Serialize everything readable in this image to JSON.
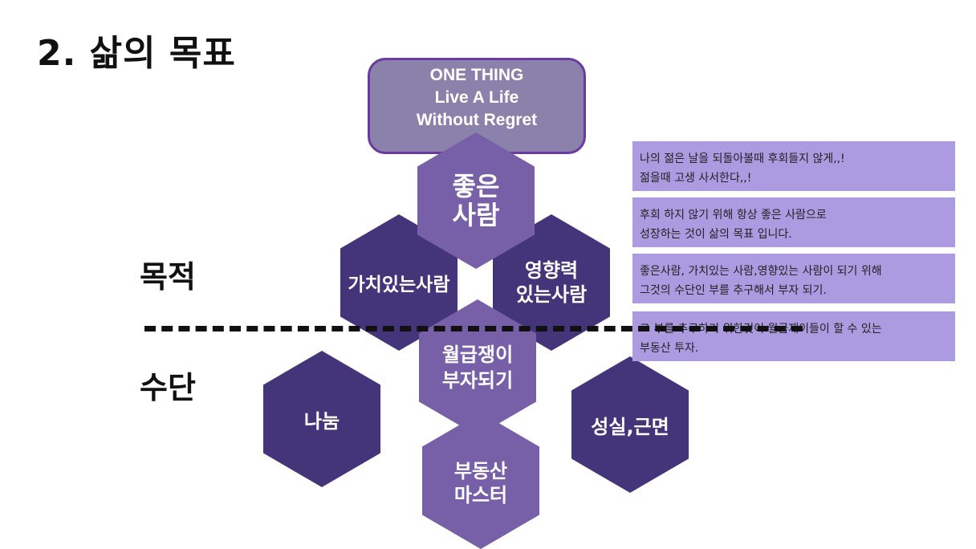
{
  "title": "2. 삶의 목표",
  "labels": {
    "purpose": "목적",
    "means": "수단"
  },
  "top_box": {
    "line1": "ONE THING",
    "line2": "Live A Life",
    "line3": "Without Regret"
  },
  "hexagons": {
    "good_person": "좋은\n사람",
    "valuable_person": "가치있는사람",
    "influential_person": "영향력\n있는사람",
    "salary_rich": "월급쟁이\n부자되기",
    "sharing": "나눔",
    "sincerity": "성실,근면",
    "real_estate_master": "부동산\n마스터"
  },
  "notes": [
    {
      "line1": "나의 젊은 날을 되돌아볼때 후회들지 않게,,!",
      "line2": "젊을때 고생 사서한다,,!"
    },
    {
      "line1": "후회 하지 않기 위해 항상 좋은 사람으로",
      "line2": "성장하는 것이 삶의 목표 입니다."
    },
    {
      "line1": "좋은사람, 가치있는 사람,영향있는 사람이 되기 위해",
      "line2": "그것의 수단인 부를 추구해서 부자 되기."
    },
    {
      "line1": "그 부를 추구하기 위한것이 월급재이들이 할 수 있는",
      "line2": "부동산 투자."
    }
  ],
  "colors": {
    "dark_hex": "#44357a",
    "light_hex": "#7860a8",
    "top_box": "#8b82ab",
    "note_bg": "#ac9be0"
  }
}
